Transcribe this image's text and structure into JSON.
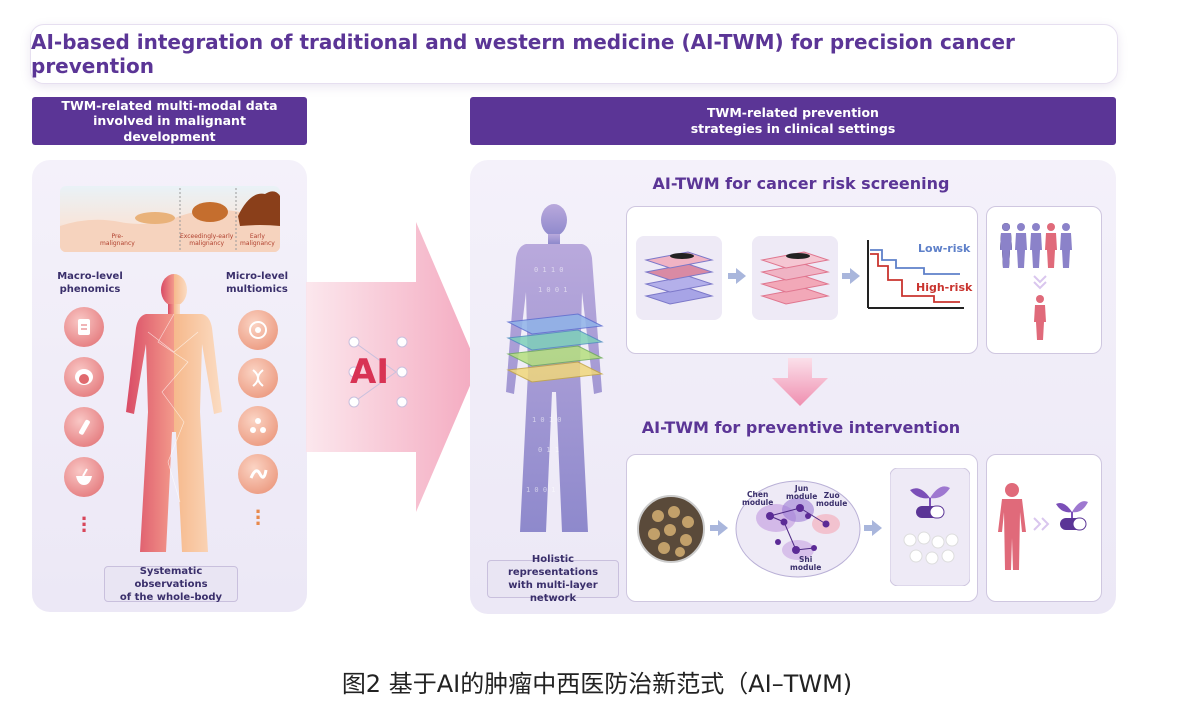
{
  "title": "AI-based integration of traditional and western medicine (AI-TWM) for precision cancer prevention",
  "left_header": "TWM-related multi-modal data involved in malignant development",
  "right_header": "TWM-related prevention strategies in clinical settings",
  "tissue_labels": {
    "pre": "Pre-\nmalignancy",
    "early1": "Exceedingly-early\nmalignancy",
    "early2": "Early\nmalignancy"
  },
  "macro_label": "Macro-level\nphenomics",
  "micro_label": "Micro-level\nmultiomics",
  "left_caption": "Systematic observations\nof the whole-body",
  "ai_label": "AI",
  "holistic_caption": "Holistic representations\nwith multi-layer network",
  "screening_title": "AI-TWM for cancer risk screening",
  "intervention_title": "AI-TWM for preventive intervention",
  "low_risk": "Low-risk",
  "high_risk": "High-risk",
  "modules": {
    "chen": "Chen\nmodule",
    "jun": "Jun\nmodule",
    "zuo": "Zuo\nmodule",
    "shi": "Shi\nmodule"
  },
  "figure_caption": "图2 基于AI的肿瘤中西医防治新范式（AI–TWM)",
  "colors": {
    "purple": "#5b3596",
    "pink": "#e06a7a",
    "blue_person": "#8b82c9"
  }
}
